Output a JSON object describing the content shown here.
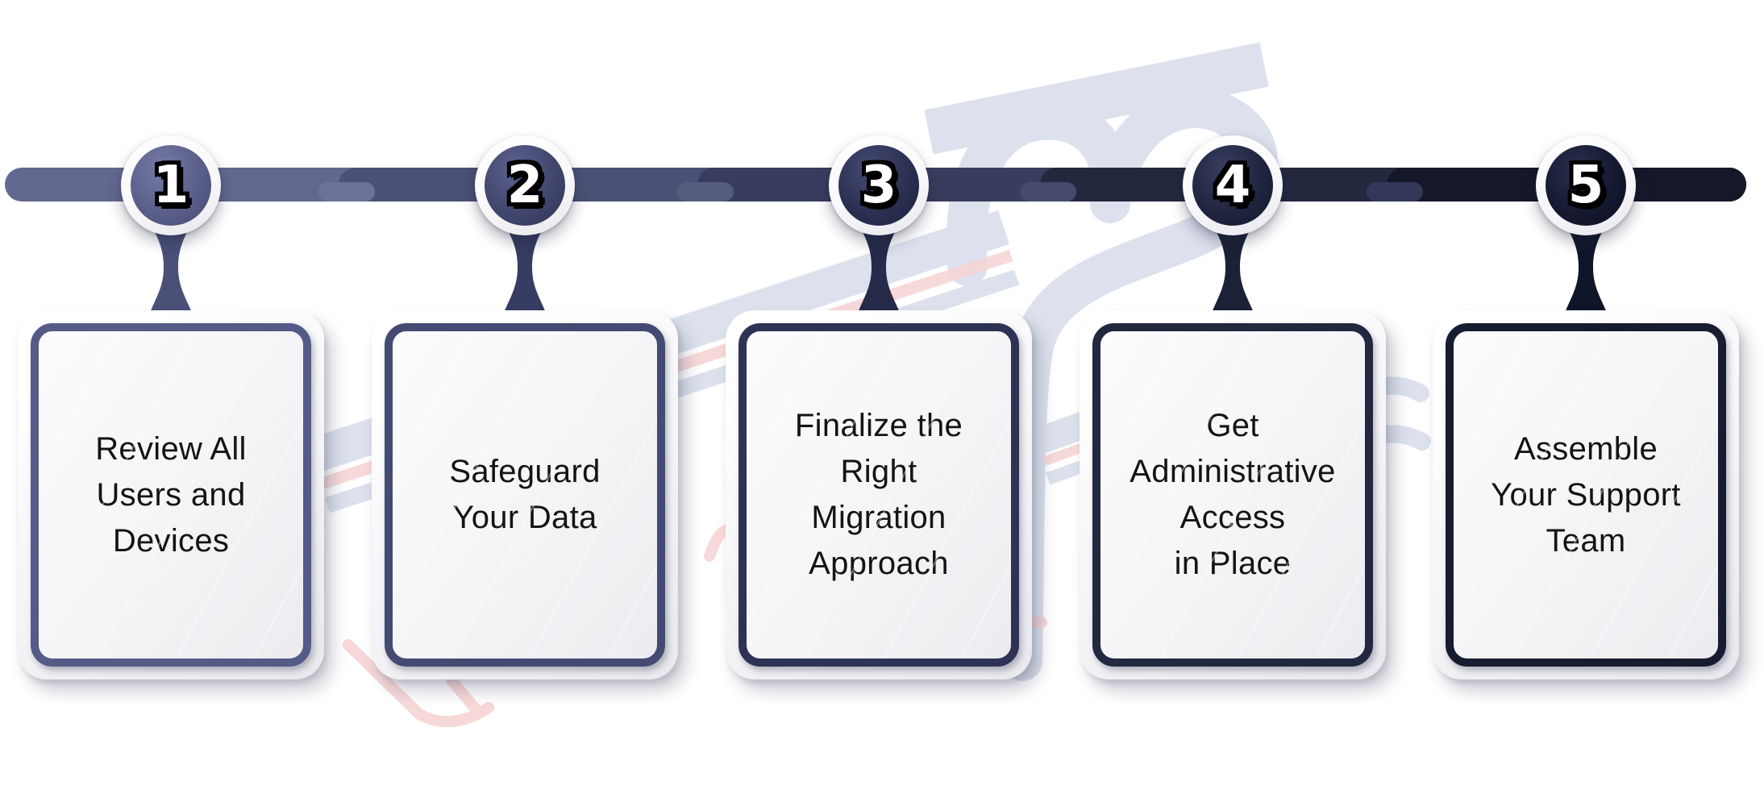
{
  "diagram": {
    "type": "timeline-steps",
    "step_count": 5,
    "steps": [
      {
        "number": "1",
        "lines": [
          "Review All",
          "Users and",
          "Devices"
        ],
        "circle_color": "#5a5f8a",
        "circle_light": "#767ba6",
        "circle_dark": "#474c75",
        "stem_color": "#4b5079",
        "border_color": "#555b87",
        "segment_color": "#636890",
        "dash_color": "#6d729a"
      },
      {
        "number": "2",
        "lines": [
          "Safeguard",
          "Your Data"
        ],
        "circle_color": "#41466d",
        "circle_light": "#5d6290",
        "circle_dark": "#2f3457",
        "stem_color": "#373c62",
        "border_color": "#454a73",
        "segment_color": "#4b5076",
        "dash_color": "#565b80"
      },
      {
        "number": "3",
        "lines": [
          "Finalize the",
          "Right",
          "Migration",
          "Approach"
        ],
        "circle_color": "#2b3052",
        "circle_light": "#454a74",
        "circle_dark": "#1d2240",
        "stem_color": "#262b4a",
        "border_color": "#2e3355",
        "segment_color": "#383d5e",
        "dash_color": "#464b6e"
      },
      {
        "number": "4",
        "lines": [
          "Get",
          "Administrative",
          "Access",
          "in Place"
        ],
        "circle_color": "#20253f",
        "circle_light": "#383d60",
        "circle_dark": "#141830",
        "stem_color": "#1c2137",
        "border_color": "#232841",
        "segment_color": "#23283f",
        "dash_color": "#33385a"
      },
      {
        "number": "5",
        "lines": [
          "Assemble",
          "Your Support",
          "Team"
        ],
        "circle_color": "#151931",
        "circle_light": "#2a2f4d",
        "circle_dark": "#0c0f20",
        "stem_color": "#11152a",
        "border_color": "#181c30",
        "segment_color": "#141828",
        "dash_color": "#2a2f47"
      }
    ]
  },
  "watermark": {
    "blue": "#dce1ed",
    "pink": "#f6d2d2"
  }
}
